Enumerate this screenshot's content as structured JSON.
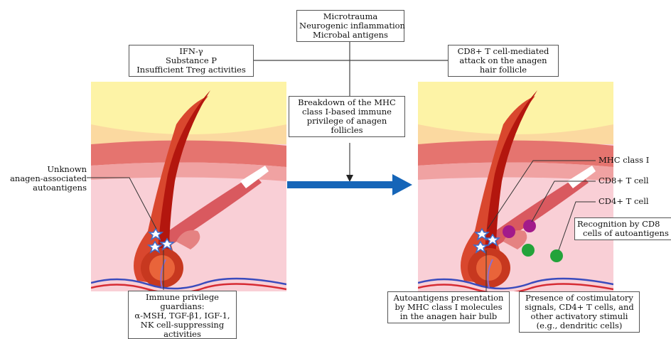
{
  "boxes": {
    "triggers": [
      "Microtrauma",
      "Neurogenic inflammation",
      "Microbal antigens"
    ],
    "cofactors": [
      "IFN-γ",
      "Substance P",
      "Insufficient Treg activities"
    ],
    "attack": [
      "CD8+ T cell-mediated",
      "attack on the anagen",
      "hair follicle"
    ],
    "breakdown": [
      "Breakdown of the MHC",
      "class I-based immune",
      "privilege of anagen",
      "follicles"
    ],
    "guardians": [
      "Immune privilege",
      "guardians:",
      "α-MSH, TGF-β1, IGF-1,",
      "NK cell-suppressing",
      "activities"
    ],
    "presentation": [
      "Autoantigens presentation",
      "by MHC class I molecules",
      "in the anagen hair bulb"
    ],
    "costim": [
      "Presence of costimulatory",
      "signals, CD4+ T cells, and",
      "other activatory stimuli",
      "(e.g., dendritic cells)"
    ],
    "recognition": [
      "Recognition by CD8",
      "cells of autoantigens"
    ]
  },
  "labels": {
    "autoantigens": [
      "Unknown",
      "anagen-associated",
      "autoantigens"
    ],
    "mhc": "MHC class I",
    "cd8": "CD8+ T cell",
    "cd4": "CD4+ T cell"
  },
  "colors": {
    "arrow": "#1565b8",
    "skin_top": "#fdf3a6",
    "dermis": "#f9cfd6",
    "muscle": "#d9595f",
    "hair": "#b3160e",
    "cd8_cell": "#a21a8a",
    "cd4_cell": "#23a33a",
    "antigen": "#3a6fd0"
  }
}
